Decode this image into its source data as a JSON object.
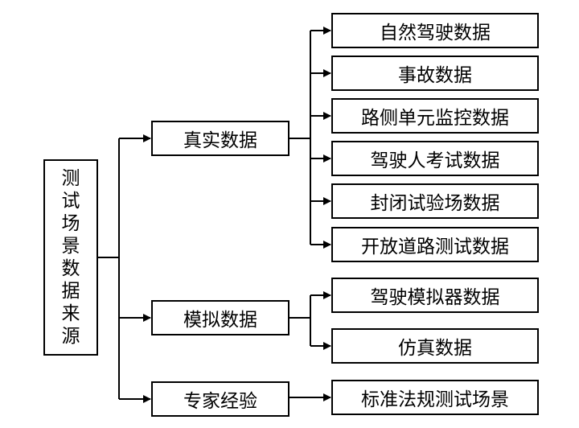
{
  "root": {
    "chars": [
      "测",
      "试",
      "场",
      "景",
      "数",
      "据",
      "来",
      "源"
    ]
  },
  "categories": [
    {
      "label": "真实数据"
    },
    {
      "label": "模拟数据"
    },
    {
      "label": "专家经验"
    }
  ],
  "leaves": [
    {
      "label": "自然驾驶数据"
    },
    {
      "label": "事故数据"
    },
    {
      "label": "路侧单元监控数据"
    },
    {
      "label": "驾驶人考试数据"
    },
    {
      "label": "封闭试验场数据"
    },
    {
      "label": "开放道路测试数据"
    },
    {
      "label": "驾驶模拟器数据"
    },
    {
      "label": "仿真数据"
    },
    {
      "label": "标准法规测试场景"
    }
  ]
}
